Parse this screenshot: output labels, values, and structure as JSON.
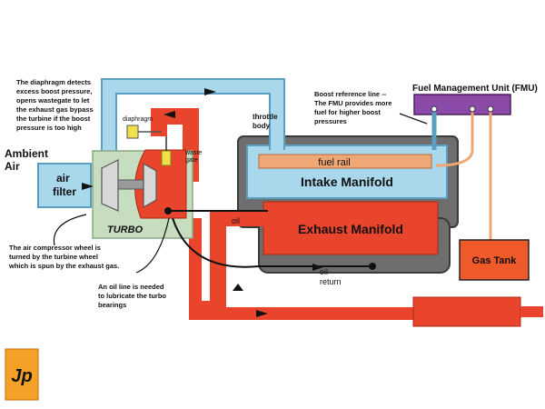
{
  "notes": {
    "diaphragm_note": [
      "The diaphragm detects",
      "excess boost pressure,",
      "opens wastegate to let",
      "the exhaust gas bypass",
      "the turbine if the boost",
      "pressure is too high"
    ],
    "boost_note": [
      "Boost reference line --",
      "The FMU provides more",
      "fuel for higher boost",
      "pressures"
    ],
    "wheel_note": [
      "The air compressor wheel is",
      "turned by the turbine wheel",
      "which is spun by the exhaust gas."
    ],
    "oil_note": [
      "An oil line is needed",
      "to lubricate the turbo",
      "bearings"
    ]
  },
  "labels": {
    "ambient_air": [
      "Ambient",
      "Air"
    ],
    "air_filter": [
      "air",
      "filter"
    ],
    "diaphragm": "diaphragm",
    "waste_gate": [
      "waste",
      "gate"
    ],
    "turbo": "TURBO",
    "throttle_body": [
      "throttle",
      "body"
    ],
    "fuel_rail": "fuel rail",
    "intake_manifold": "Intake Manifold",
    "exhaust_manifold": "Exhaust Manifold",
    "oil": "oil",
    "oil_return": [
      "oil",
      "return"
    ],
    "fmu": "Fuel Management Unit (FMU)",
    "gas_tank": "Gas Tank"
  },
  "logo": {
    "text": "Jp"
  },
  "colors": {
    "intake_air": "#a9d8ec",
    "intake_stroke": "#5a9ec0",
    "exhaust": "#e8452c",
    "engine_gray": "#6e6e6e",
    "fuel_line": "#efa776",
    "fmu_purple": "#8b4aa8",
    "turbo_green": "#c6ddc0",
    "gas_tank": "#f05a2a",
    "wastegate_yellow": "#f2e04a"
  }
}
